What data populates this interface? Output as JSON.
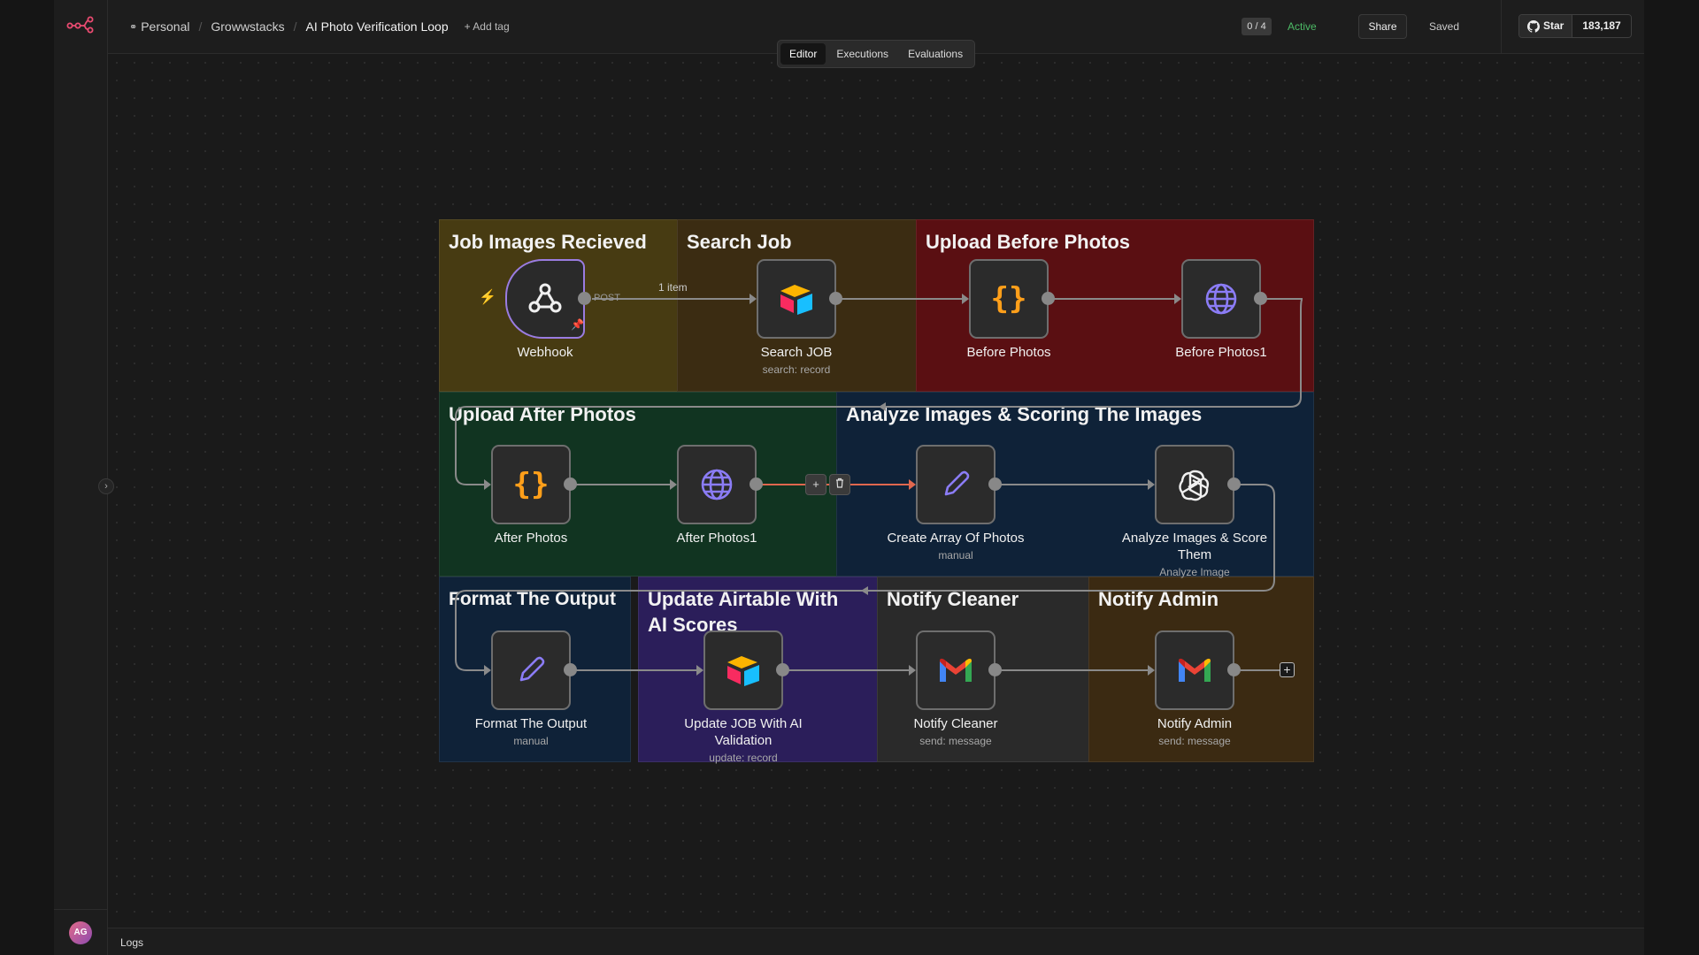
{
  "breadcrumb": {
    "owner": "Personal",
    "project": "Growwstacks",
    "workflow": "AI Photo Verification Loop",
    "add_tag": "+ Add tag"
  },
  "header": {
    "counter": "0 / 4",
    "status": "Active",
    "share": "Share",
    "saved": "Saved",
    "github_star": "Star",
    "github_count": "183,187"
  },
  "tabs": [
    {
      "label": "Editor",
      "active": true
    },
    {
      "label": "Executions",
      "active": false
    },
    {
      "label": "Evaluations",
      "active": false
    }
  ],
  "user": {
    "initials": "AG"
  },
  "logs_label": "Logs",
  "stickies": [
    {
      "title": "Job Images Recieved",
      "color": "#473b12"
    },
    {
      "title": "Search Job",
      "color": "#3b2c12"
    },
    {
      "title": "Upload Before Photos",
      "color": "#5a0f12"
    },
    {
      "title": "Upload After Photos",
      "color": "#113421"
    },
    {
      "title": "Analyze Images & Scoring The Images",
      "color": "#0f2238"
    },
    {
      "title": "Format The Output",
      "color": "#0f2238"
    },
    {
      "title": "Update Airtable With AI Scores",
      "color": "#2b1e5a"
    },
    {
      "title": "Notify Cleaner",
      "color": "#2a2a2a"
    },
    {
      "title": "Notify Admin",
      "color": "#3b2a12"
    }
  ],
  "nodes": [
    {
      "label": "Webhook",
      "sub": "",
      "icon": "webhook-icon"
    },
    {
      "label": "Search JOB",
      "sub": "search: record",
      "icon": "airtable-icon"
    },
    {
      "label": "Before Photos",
      "sub": "",
      "icon": "code-icon"
    },
    {
      "label": "Before Photos1",
      "sub": "",
      "icon": "globe-icon"
    },
    {
      "label": "After Photos",
      "sub": "",
      "icon": "code-icon"
    },
    {
      "label": "After Photos1",
      "sub": "",
      "icon": "globe-icon"
    },
    {
      "label": "Create Array Of Photos",
      "sub": "manual",
      "icon": "pencil-icon"
    },
    {
      "label": "Analyze Images & Score Them",
      "sub": "Analyze Image",
      "icon": "openai-icon"
    },
    {
      "label": "Format The Output",
      "sub": "manual",
      "icon": "pencil-icon"
    },
    {
      "label": "Update JOB With AI Validation",
      "sub": "update: record",
      "icon": "airtable-icon"
    },
    {
      "label": "Notify Cleaner",
      "sub": "send: message",
      "icon": "gmail-icon"
    },
    {
      "label": "Notify Admin",
      "sub": "send: message",
      "icon": "gmail-icon"
    }
  ],
  "edges": {
    "webhook_method": "POST",
    "webhook_items": "1 item"
  },
  "colors": {
    "accent": "#ff6d5a",
    "active": "#4dbb66",
    "wire": "#8a8a8a",
    "highlight_wire": "#e0674e"
  }
}
